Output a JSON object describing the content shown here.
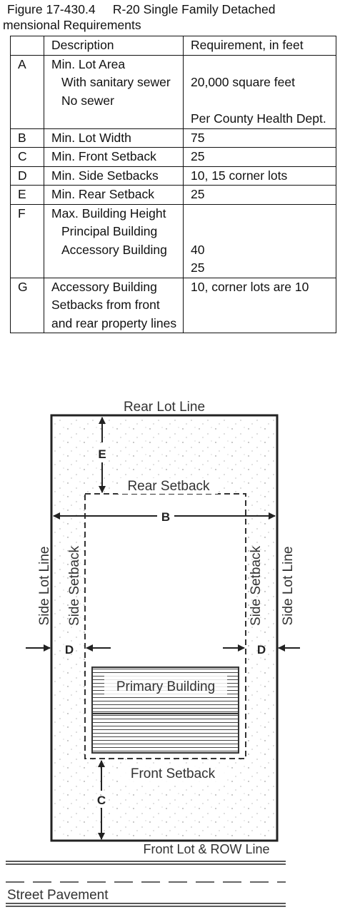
{
  "caption": {
    "line1": "Figure 17-430.4     R-20 Single Family Detached",
    "line2": "mensional Requirements"
  },
  "table": {
    "headers": [
      "",
      "Description",
      "Requirement, in feet"
    ],
    "rows": [
      {
        "id": "A",
        "desc": [
          "Min. Lot Area",
          "With sanitary sewer",
          "No sewer"
        ],
        "req": [
          "",
          "20,000 square feet",
          "Per County Health Dept."
        ]
      },
      {
        "id": "B",
        "desc": [
          "Min. Lot Width"
        ],
        "req": [
          "75"
        ]
      },
      {
        "id": "C",
        "desc": [
          "Min. Front Setback"
        ],
        "req": [
          "25"
        ]
      },
      {
        "id": "D",
        "desc": [
          "Min. Side Setbacks"
        ],
        "req": [
          "10, 15 corner lots"
        ]
      },
      {
        "id": "E",
        "desc": [
          "Min. Rear Setback"
        ],
        "req": [
          "25"
        ]
      },
      {
        "id": "F",
        "desc": [
          "Max. Building Height",
          "Principal Building",
          "Accessory Building"
        ],
        "req": [
          "",
          "40",
          "25"
        ]
      },
      {
        "id": "G",
        "desc": [
          "Accessory Building Setbacks from front and rear property lines"
        ],
        "req": [
          "10, corner lots are 10"
        ]
      }
    ]
  },
  "diagram": {
    "rear_lot_line": "Rear Lot Line",
    "rear_setback": "Rear Setback",
    "side_lot_line_left": "Side Lot Line",
    "side_setback_left": "Side Setback",
    "side_setback_right": "Side Setback",
    "side_lot_line_right": "Side Lot Line",
    "primary_building": "Primary Building",
    "front_setback": "Front Setback",
    "front_lot_line": "Front Lot & ROW Line",
    "street_pavement": "Street Pavement",
    "label_a": "B",
    "label_c": "C",
    "label_d_left": "D",
    "label_d_right": "D",
    "label_e": "E",
    "colors": {
      "ink": "#222222",
      "dashed": "#333333"
    }
  }
}
